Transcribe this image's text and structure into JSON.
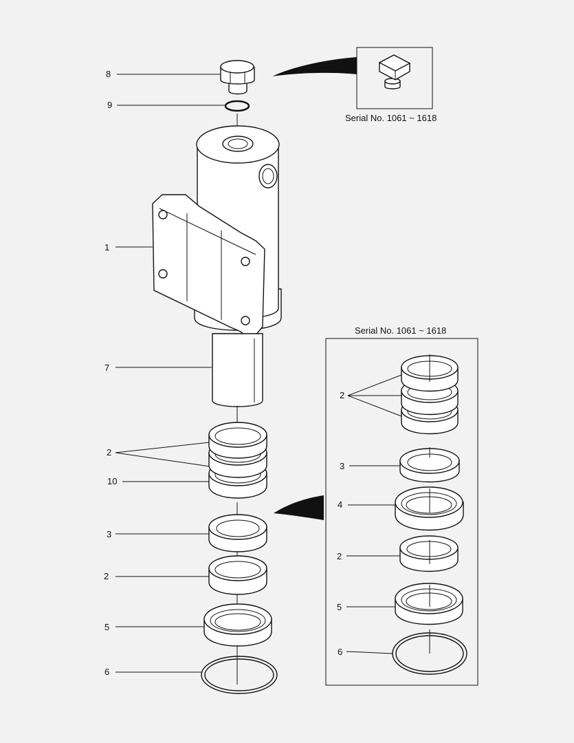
{
  "detail_top": {
    "caption": "Serial No. 1061 ~ 1618"
  },
  "detail_box": {
    "caption": "Serial No. 1061 ~ 1618"
  },
  "labels": [
    {
      "id": "lbl-8",
      "text": "8"
    },
    {
      "id": "lbl-9",
      "text": "9"
    },
    {
      "id": "lbl-1",
      "text": "1"
    },
    {
      "id": "lbl-7",
      "text": "7"
    },
    {
      "id": "lbl-2a",
      "text": "2"
    },
    {
      "id": "lbl-10",
      "text": "10"
    },
    {
      "id": "lbl-3",
      "text": "3"
    },
    {
      "id": "lbl-2b",
      "text": "2"
    },
    {
      "id": "lbl-5",
      "text": "5"
    },
    {
      "id": "lbl-6",
      "text": "6"
    },
    {
      "id": "lbl-box-2a",
      "text": "2"
    },
    {
      "id": "lbl-box-3",
      "text": "3"
    },
    {
      "id": "lbl-box-4",
      "text": "4"
    },
    {
      "id": "lbl-box-2b",
      "text": "2"
    },
    {
      "id": "lbl-box-5",
      "text": "5"
    },
    {
      "id": "lbl-box-6",
      "text": "6"
    }
  ]
}
